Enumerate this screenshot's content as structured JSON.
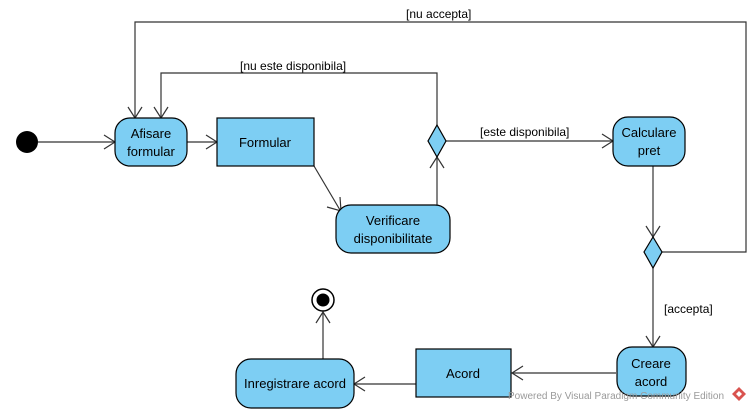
{
  "diagram": {
    "nodes": {
      "afisare_formular": [
        "Afisare",
        "formular"
      ],
      "formular": "Formular",
      "verificare": [
        "Verificare",
        "disponibilitate"
      ],
      "calculare_pret": [
        "Calculare",
        "pret"
      ],
      "creare_acord": [
        "Creare",
        "acord"
      ],
      "acord": "Acord",
      "inregistrare": "Inregistrare acord"
    },
    "guards": {
      "nu_accepta": "[nu accepta]",
      "nu_este_disponibila": "[nu este disponibila]",
      "este_disponibila": "[este disponibila]",
      "accepta": "[accepta]"
    },
    "colors": {
      "node_fill": "#7dcef3",
      "node_stroke": "#000000",
      "edge": "#333333"
    }
  },
  "watermark": {
    "text": "Powered By Visual Paradigm Community Edition"
  }
}
